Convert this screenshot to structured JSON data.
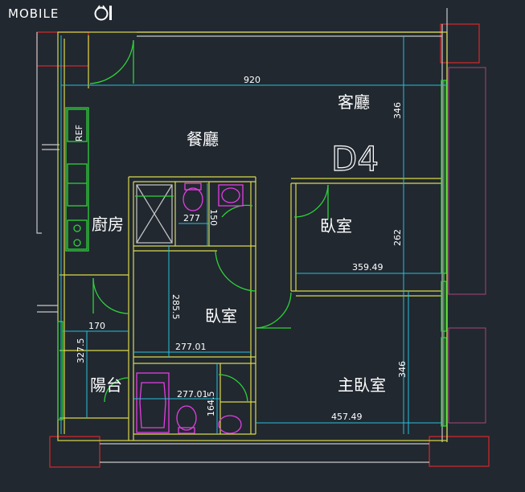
{
  "logo": {
    "text": "MOBILE",
    "mark": "01"
  },
  "unit_label": "D4",
  "rooms": {
    "living": "客廳",
    "dining": "餐廳",
    "kitchen": "廚房",
    "bedroom_right": "臥室",
    "bedroom_center": "臥室",
    "master_bedroom": "主臥室",
    "balcony": "陽台"
  },
  "fixtures": {
    "fridge": "REF"
  },
  "dimensions": {
    "top_width": "920",
    "living_depth": "346",
    "bedroom_right_depth": "262",
    "bedroom_right_width": "359.49",
    "bath_width": "277",
    "bath_depth": "150",
    "center_bedroom_depth": "285.5",
    "center_bedroom_width": "277.01",
    "kitchen_width": "170",
    "balcony_depth": "327.5",
    "lower_bath_width": "277.01",
    "lower_bath_depth": "164.5",
    "master_width": "457.49",
    "master_depth": "346"
  },
  "colors": {
    "background": "#212830",
    "walls": "#c8c8c8",
    "partitions": "#d9d94a",
    "doors_windows": "#2fd13a",
    "dimension_lines": "#28bfd8",
    "fixtures": "#e43ee4",
    "columns": "#d8282a"
  }
}
